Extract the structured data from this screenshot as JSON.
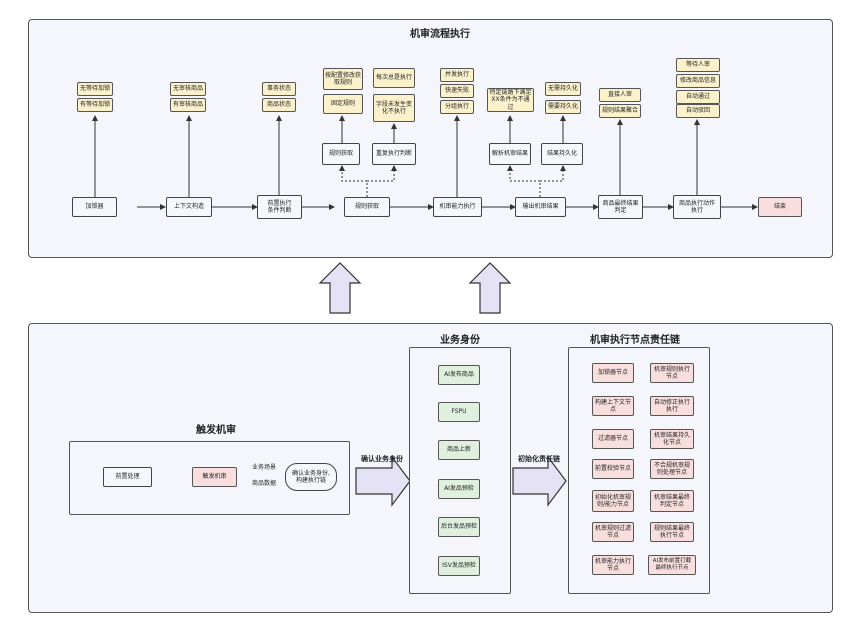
{
  "top": {
    "title": "机审流程执行",
    "main_nodes": {
      "accelerator": "加锁器",
      "context": "上下文构造",
      "pre_exec": "前置执行\n条件判断",
      "rule_fetch": "规则获取",
      "capability_exec": "机审能力执行",
      "output_result": "输出机审结果",
      "final_decision": "商品最终结果\n判定",
      "action_exec": "商品执行动作\n执行",
      "end": "结束"
    },
    "accelerator_notes": [
      "无等待加锁",
      "有等待加锁"
    ],
    "context_notes": [
      "无审核商品",
      "有审核商品"
    ],
    "pre_notes": [
      "事务状态",
      "商品状态"
    ],
    "rule_sub": {
      "fetch": "规则获取",
      "reexec": "重复执行判断"
    },
    "rule_notes_a": [
      "按配置修改获\n取规则",
      "固定规则"
    ],
    "rule_notes_b": [
      "每次总是执行",
      "字段未发生变\n化不执行"
    ],
    "cap_notes": [
      "并发执行",
      "快速失败",
      "分组执行"
    ],
    "out_sub": {
      "parse": "解析机审结果",
      "persist": "结果持久化"
    },
    "out_notes_a": [
      "特定链路下满足\nXX条件为不通过"
    ],
    "out_notes_b": [
      "无需持久化",
      "需要持久化"
    ],
    "final_notes": [
      "直接人审",
      "规则结果聚合"
    ],
    "action_notes": [
      "等待人审",
      "修改商品信息",
      "自动通过",
      "自动驳回"
    ]
  },
  "bottom": {
    "trigger": {
      "title": "触发机审",
      "preprocess": "前置处理",
      "trigger_node": "触发机审",
      "edge_labels": [
        "业务场景",
        "商品数据"
      ],
      "confirm": "确认业务身份,\n构建执行链"
    },
    "arrow1_label": "确认业务身份",
    "identity": {
      "title": "业务身份",
      "items": [
        "AI发布商品",
        "FSPU",
        "商品上新",
        "AI发品预检",
        "后台发品预检",
        "ISV发品预检"
      ]
    },
    "arrow2_label": "初始化责任链",
    "chain": {
      "title": "机审执行节点责任链",
      "left": [
        "加锁器节点",
        "构建上下文节\n点",
        "过滤器节点",
        "前置校验节点",
        "初始化机审规\n则/能力节点",
        "机审规则过滤\n节点",
        "机审能力执行\n节点"
      ],
      "right": [
        "机审规则执行\n节点",
        "自动修正执行\n执行",
        "机审结果持久\n化节点",
        "不合规机审规\n则处理节点",
        "机审结果最终\n判定节点",
        "规则结果最终\n执行节点",
        "AI发布前置打截\n最终执行节点"
      ]
    }
  }
}
